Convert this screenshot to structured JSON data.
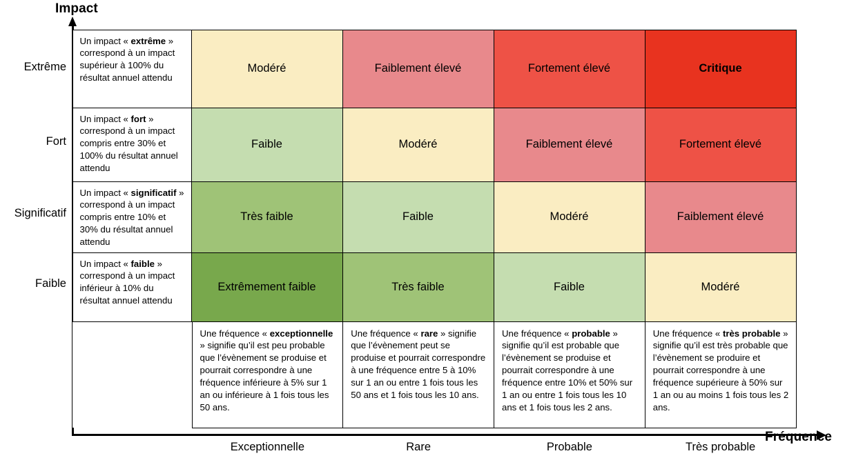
{
  "axes": {
    "y_title": "Impact",
    "x_title": "Fréquence"
  },
  "impact_levels": [
    {
      "label": "Extrême",
      "description_plain": "Un impact « extrême » correspond à un impact supérieur à 100% du résultat annuel attendu",
      "desc_pre": "Un impact « ",
      "desc_bold": "extrême",
      "desc_post": " » correspond à un impact supérieur à 100% du résultat annuel attendu"
    },
    {
      "label": "Fort",
      "description_plain": "Un impact « fort » correspond à un impact compris entre 30% et 100% du résultat annuel attendu",
      "desc_pre": "Un impact « ",
      "desc_bold": "fort",
      "desc_post": " » correspond à un impact compris entre 30% et 100% du résultat annuel attendu"
    },
    {
      "label": "Significatif",
      "description_plain": "Un impact « significatif » correspond à un impact compris entre 10% et 30% du résultat annuel attendu",
      "desc_pre": "Un impact « ",
      "desc_bold": "significatif",
      "desc_post": " » correspond à un impact compris entre 10% et 30% du résultat annuel attendu"
    },
    {
      "label": "Faible",
      "description_plain": "Un impact « faible » correspond à un impact inférieur à 10% du résultat annuel attendu",
      "desc_pre": "Un impact « ",
      "desc_bold": "faible",
      "desc_post": " » correspond à un impact inférieur à 10% du résultat annuel attendu"
    }
  ],
  "frequency_levels": [
    {
      "label": "Exceptionnelle",
      "description_plain": "Une fréquence « exceptionnelle » signifie qu’il est peu probable que l’évènement se produise et pourrait correspondre à une fréquence inférieure à 5% sur 1 an ou inférieure à 1 fois tous les 50 ans.",
      "desc_pre": "Une fréquence « ",
      "desc_bold": "exceptionnelle",
      "desc_post": " » signifie qu’il est peu probable que l’évènement se produise et pourrait correspondre à une fréquence inférieure à 5% sur 1 an ou inférieure à 1 fois tous les 50 ans."
    },
    {
      "label": "Rare",
      "description_plain": "Une fréquence « rare » signifie que l’évènement peut se produise et pourrait correspondre à une fréquence entre 5 à 10% sur 1 an ou entre 1 fois tous les 50 ans et 1 fois tous les 10 ans.",
      "desc_pre": "Une fréquence « ",
      "desc_bold": "rare",
      "desc_post": " » signifie que l’évènement peut se produise et pourrait correspondre à une fréquence entre 5 à 10% sur 1 an ou entre 1 fois tous les 50 ans et 1 fois tous les 10 ans."
    },
    {
      "label": "Probable",
      "description_plain": "Une fréquence « probable » signifie qu’il est probable que l’évènement se produise et pourrait correspondre à une fréquence entre 10% et 50% sur 1 an ou entre 1 fois tous les 10 ans et 1 fois tous les 2 ans.",
      "desc_pre": "Une fréquence « ",
      "desc_bold": "probable",
      "desc_post": " » signifie qu’il est probable que l’évènement se produise et pourrait correspondre à une fréquence entre 10% et 50% sur 1 an ou entre 1 fois tous les 10 ans et 1 fois tous les 2 ans."
    },
    {
      "label": "Très probable",
      "description_plain": "Une fréquence « très probable » signifie qu’il est très probable que l’évènement se produire et pourrait correspondre à une fréquence supérieure à 50% sur 1 an ou au moins 1 fois tous les 2 ans.",
      "desc_pre": "Une fréquence « ",
      "desc_bold": "très probable",
      "desc_post": " » signifie qu’il est très probable que l’évènement se produire et pourrait correspondre à une fréquence supérieure à 50% sur 1 an ou au moins 1 fois tous les 2 ans."
    }
  ],
  "severity_colors": {
    "extremement-faible": "#76a council",
    "extremement_faible": "#78a84c",
    "tres_faible": "#9fc377",
    "faible": "#c5ddb0",
    "modere": "#faedc2",
    "faiblement_eleve": "#e8898c",
    "fortement_eleve": "#ee5246",
    "critique": "#e8331f"
  },
  "matrix": [
    {
      "impact": "Extrême",
      "cells": [
        {
          "label": "Modéré",
          "color": "#faedc2",
          "bold": false
        },
        {
          "label": "Faiblement élevé",
          "color": "#e8898c",
          "bold": false
        },
        {
          "label": "Fortement élevé",
          "color": "#ee5246",
          "bold": false
        },
        {
          "label": "Critique",
          "color": "#e8331f",
          "bold": true
        }
      ]
    },
    {
      "impact": "Fort",
      "cells": [
        {
          "label": "Faible",
          "color": "#c5ddb0",
          "bold": false
        },
        {
          "label": "Modéré",
          "color": "#faedc2",
          "bold": false
        },
        {
          "label": "Faiblement élevé",
          "color": "#e8898c",
          "bold": false
        },
        {
          "label": "Fortement élevé",
          "color": "#ee5246",
          "bold": false
        }
      ]
    },
    {
      "impact": "Significatif",
      "cells": [
        {
          "label": "Très faible",
          "color": "#9fc377",
          "bold": false
        },
        {
          "label": "Faible",
          "color": "#c5ddb0",
          "bold": false
        },
        {
          "label": "Modéré",
          "color": "#faedc2",
          "bold": false
        },
        {
          "label": "Faiblement élevé",
          "color": "#e8898c",
          "bold": false
        }
      ]
    },
    {
      "impact": "Faible",
      "cells": [
        {
          "label": "Extrêmement faible",
          "color": "#78a84c",
          "bold": false
        },
        {
          "label": "Très faible",
          "color": "#9fc377",
          "bold": false
        },
        {
          "label": "Faible",
          "color": "#c5ddb0",
          "bold": false
        },
        {
          "label": "Modéré",
          "color": "#faedc2",
          "bold": false
        }
      ]
    }
  ]
}
